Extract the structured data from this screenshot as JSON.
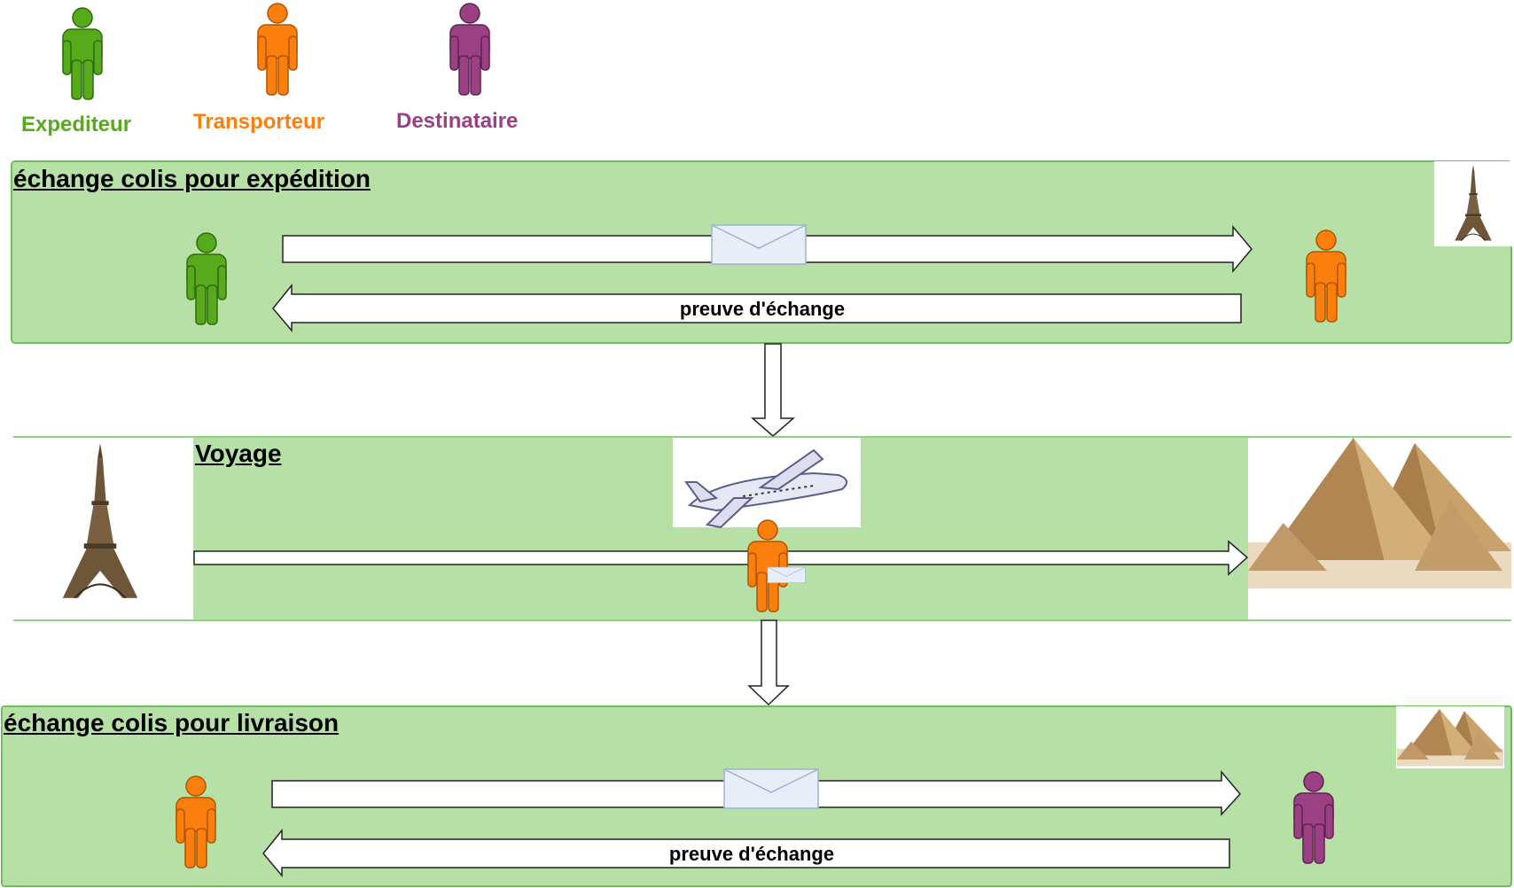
{
  "colors": {
    "expediteur": "#56AA1C",
    "transporteur": "#FA7F0D",
    "destinataire": "#9A4083",
    "panel_fill": "#B7E0A7",
    "panel_border": "#6CC05A"
  },
  "legend": [
    {
      "label": "Expediteur",
      "color": "#56AA1C",
      "icon": "person-icon"
    },
    {
      "label": "Transporteur",
      "color": "#FA7F0D",
      "icon": "person-icon"
    },
    {
      "label": "Destinataire",
      "color": "#9A4083",
      "icon": "person-icon"
    }
  ],
  "panels": {
    "expedition": {
      "title": "échange colis pour expédition",
      "proof_label": "preuve d'échange",
      "left_actor": "Expediteur",
      "right_actor": "Transporteur",
      "corner_image": "eiffel-tower-icon"
    },
    "voyage": {
      "title": "Voyage",
      "origin_image": "eiffel-tower-icon",
      "destination_image": "pyramids-icon",
      "vehicle_image": "airplane-icon",
      "traveler": "Transporteur"
    },
    "livraison": {
      "title": "échange colis pour livraison",
      "proof_label": "preuve d'échange",
      "left_actor": "Transporteur",
      "right_actor": "Destinataire",
      "corner_image": "pyramids-icon"
    }
  }
}
